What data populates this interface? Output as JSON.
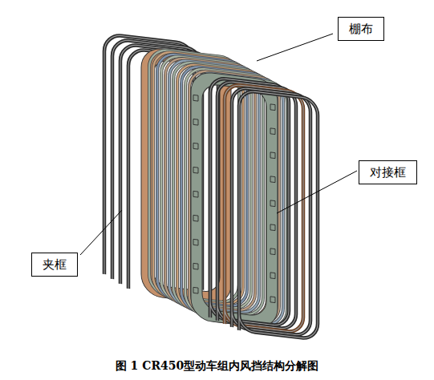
{
  "diagram": {
    "caption": "图 1 CR450型动车组内风挡结构分解图",
    "nodes": [
      {
        "text": [
          "棚布"
        ]
      },
      {
        "text": [
          "对接框"
        ]
      },
      {
        "text": [
          "夹框"
        ]
      }
    ]
  }
}
